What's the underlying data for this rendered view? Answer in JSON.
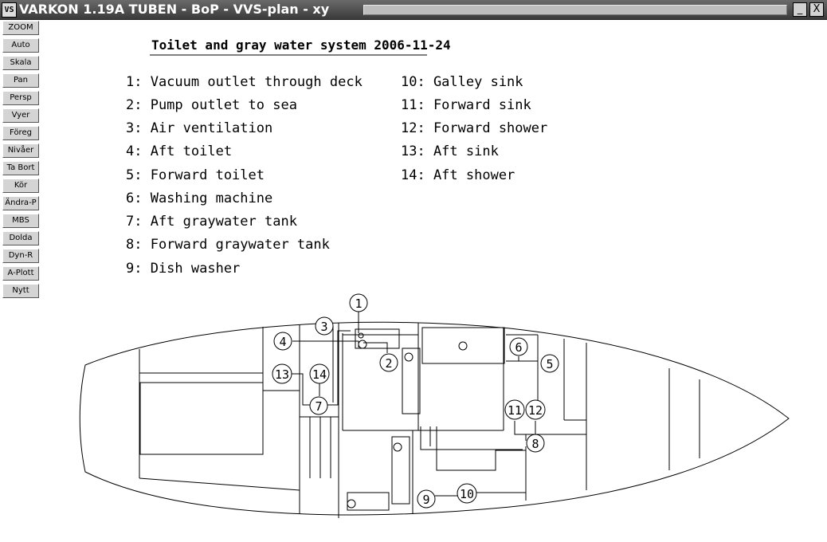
{
  "window": {
    "icon": "VS",
    "title": "VARKON 1.19A TUBEN - BoP - VVS-plan - xy",
    "minimize_symbol": "_",
    "close_symbol": "X"
  },
  "toolbar": {
    "buttons": [
      "ZOOM",
      "Auto",
      "Skala",
      "Pan",
      "Persp",
      "Vyer",
      "Föreg",
      "Nivåer",
      "Ta Bort",
      "Kör",
      "Ändra-P",
      "MBS",
      "Dolda",
      "Dyn-R",
      "A-Plott",
      "Nytt"
    ]
  },
  "drawing": {
    "heading": "Toilet and gray water system 2006-11-24",
    "legend_left": [
      "1: Vacuum outlet through deck",
      "2: Pump outlet to sea",
      "3: Air ventilation",
      "4: Aft toilet",
      "5: Forward toilet",
      "6: Washing machine",
      "7: Aft graywater tank",
      "8: Forward graywater tank",
      "9: Dish washer"
    ],
    "legend_right": [
      "10: Galley sink",
      "11: Forward sink",
      "12: Forward shower",
      "13: Aft sink",
      "14: Aft shower"
    ],
    "callouts": [
      "1",
      "2",
      "3",
      "4",
      "5",
      "6",
      "7",
      "8",
      "9",
      "10",
      "11",
      "12",
      "13",
      "14"
    ]
  }
}
